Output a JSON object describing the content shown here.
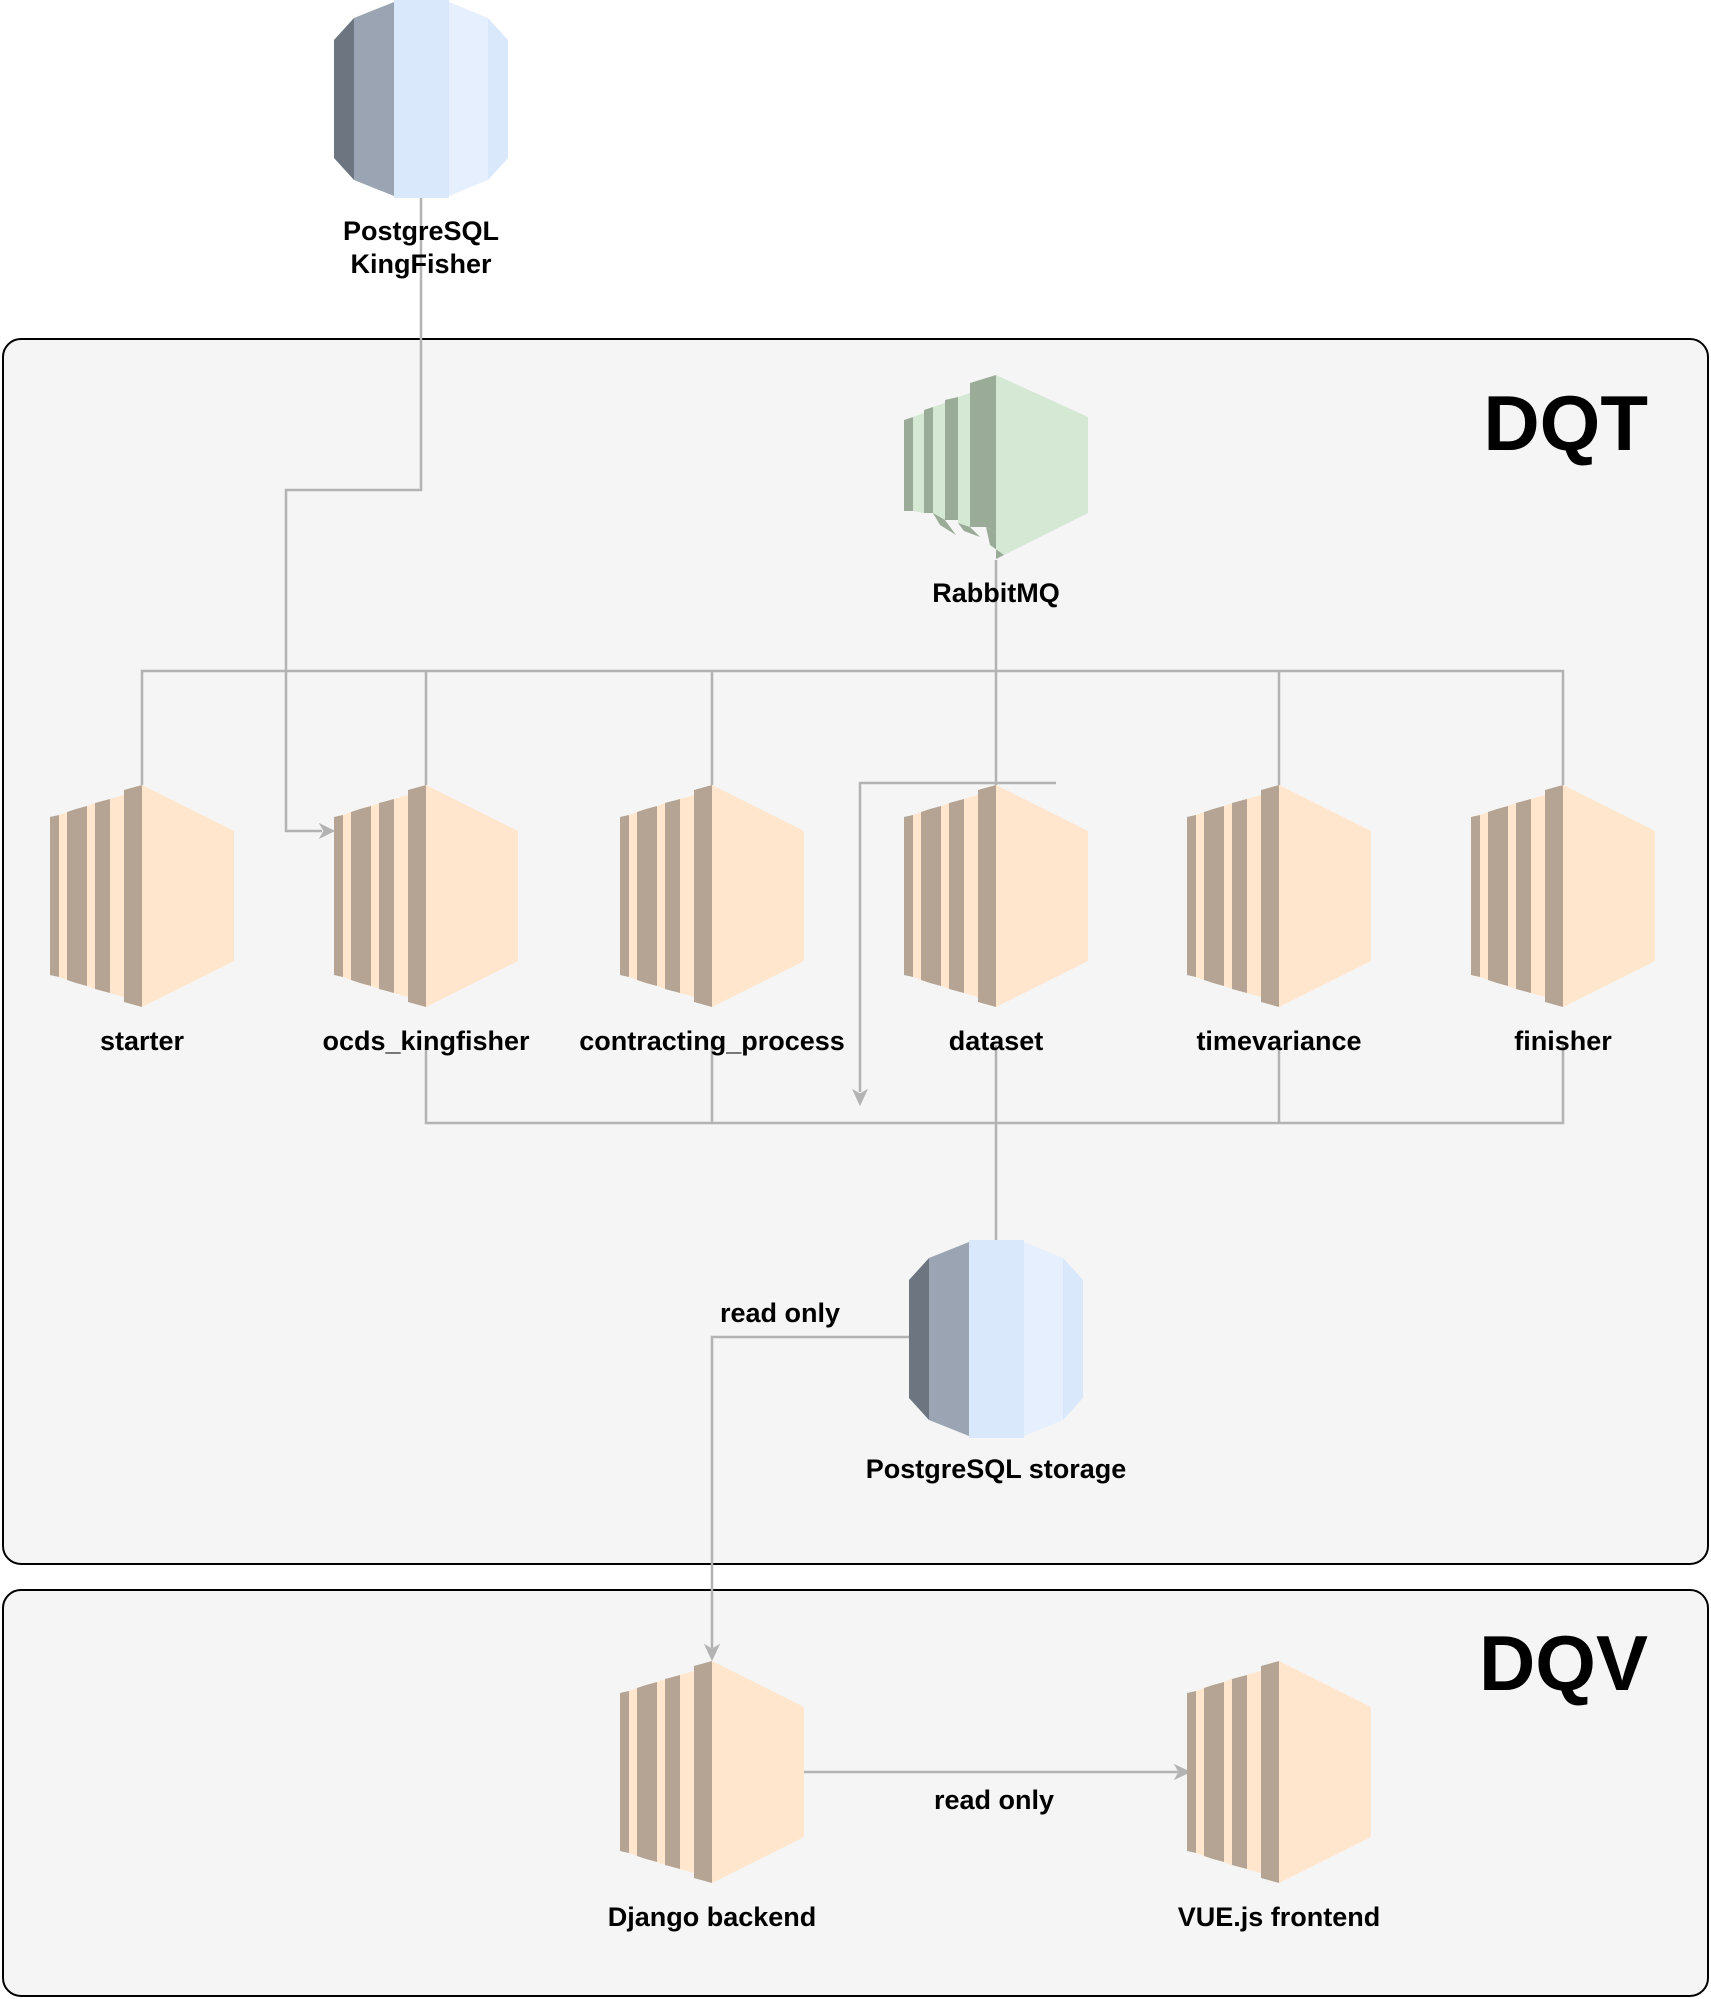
{
  "groups": {
    "dqt": "DQT",
    "dqv": "DQV"
  },
  "nodes": {
    "pg_kingfisher": {
      "line1": "PostgreSQL",
      "line2": "KingFisher",
      "icon": "database-icon"
    },
    "rabbitmq": {
      "label": "RabbitMQ",
      "icon": "message-queue-icon"
    },
    "starter": {
      "label": "starter",
      "icon": "compute-instance-icon"
    },
    "ocds_kingfisher": {
      "label": "ocds_kingfisher",
      "icon": "compute-instance-icon"
    },
    "contracting_process": {
      "label": "contracting_process",
      "icon": "compute-instance-icon"
    },
    "dataset": {
      "label": "dataset",
      "icon": "compute-instance-icon"
    },
    "timevariance": {
      "label": "timevariance",
      "icon": "compute-instance-icon"
    },
    "finisher": {
      "label": "finisher",
      "icon": "compute-instance-icon"
    },
    "pg_storage": {
      "label": "PostgreSQL storage",
      "icon": "database-icon"
    },
    "django": {
      "label": "Django backend",
      "icon": "compute-instance-icon"
    },
    "vue": {
      "label": "VUE.js frontend",
      "icon": "compute-instance-icon"
    }
  },
  "edges": {
    "storage_to_django": "read only",
    "django_to_vue": "read only"
  },
  "colors": {
    "compute_fill": "#ffe6cc",
    "compute_bars": "#b5a493",
    "db_dark": "#6c7580",
    "db_mid": "#9aa4b3",
    "db_light": "#dae8fc",
    "db_lighter": "#e6effd",
    "mq_fill": "#d5e8d4",
    "mq_bars": "#9aab98",
    "group_bg": "#f5f5f5",
    "connector": "#b3b3b3"
  }
}
